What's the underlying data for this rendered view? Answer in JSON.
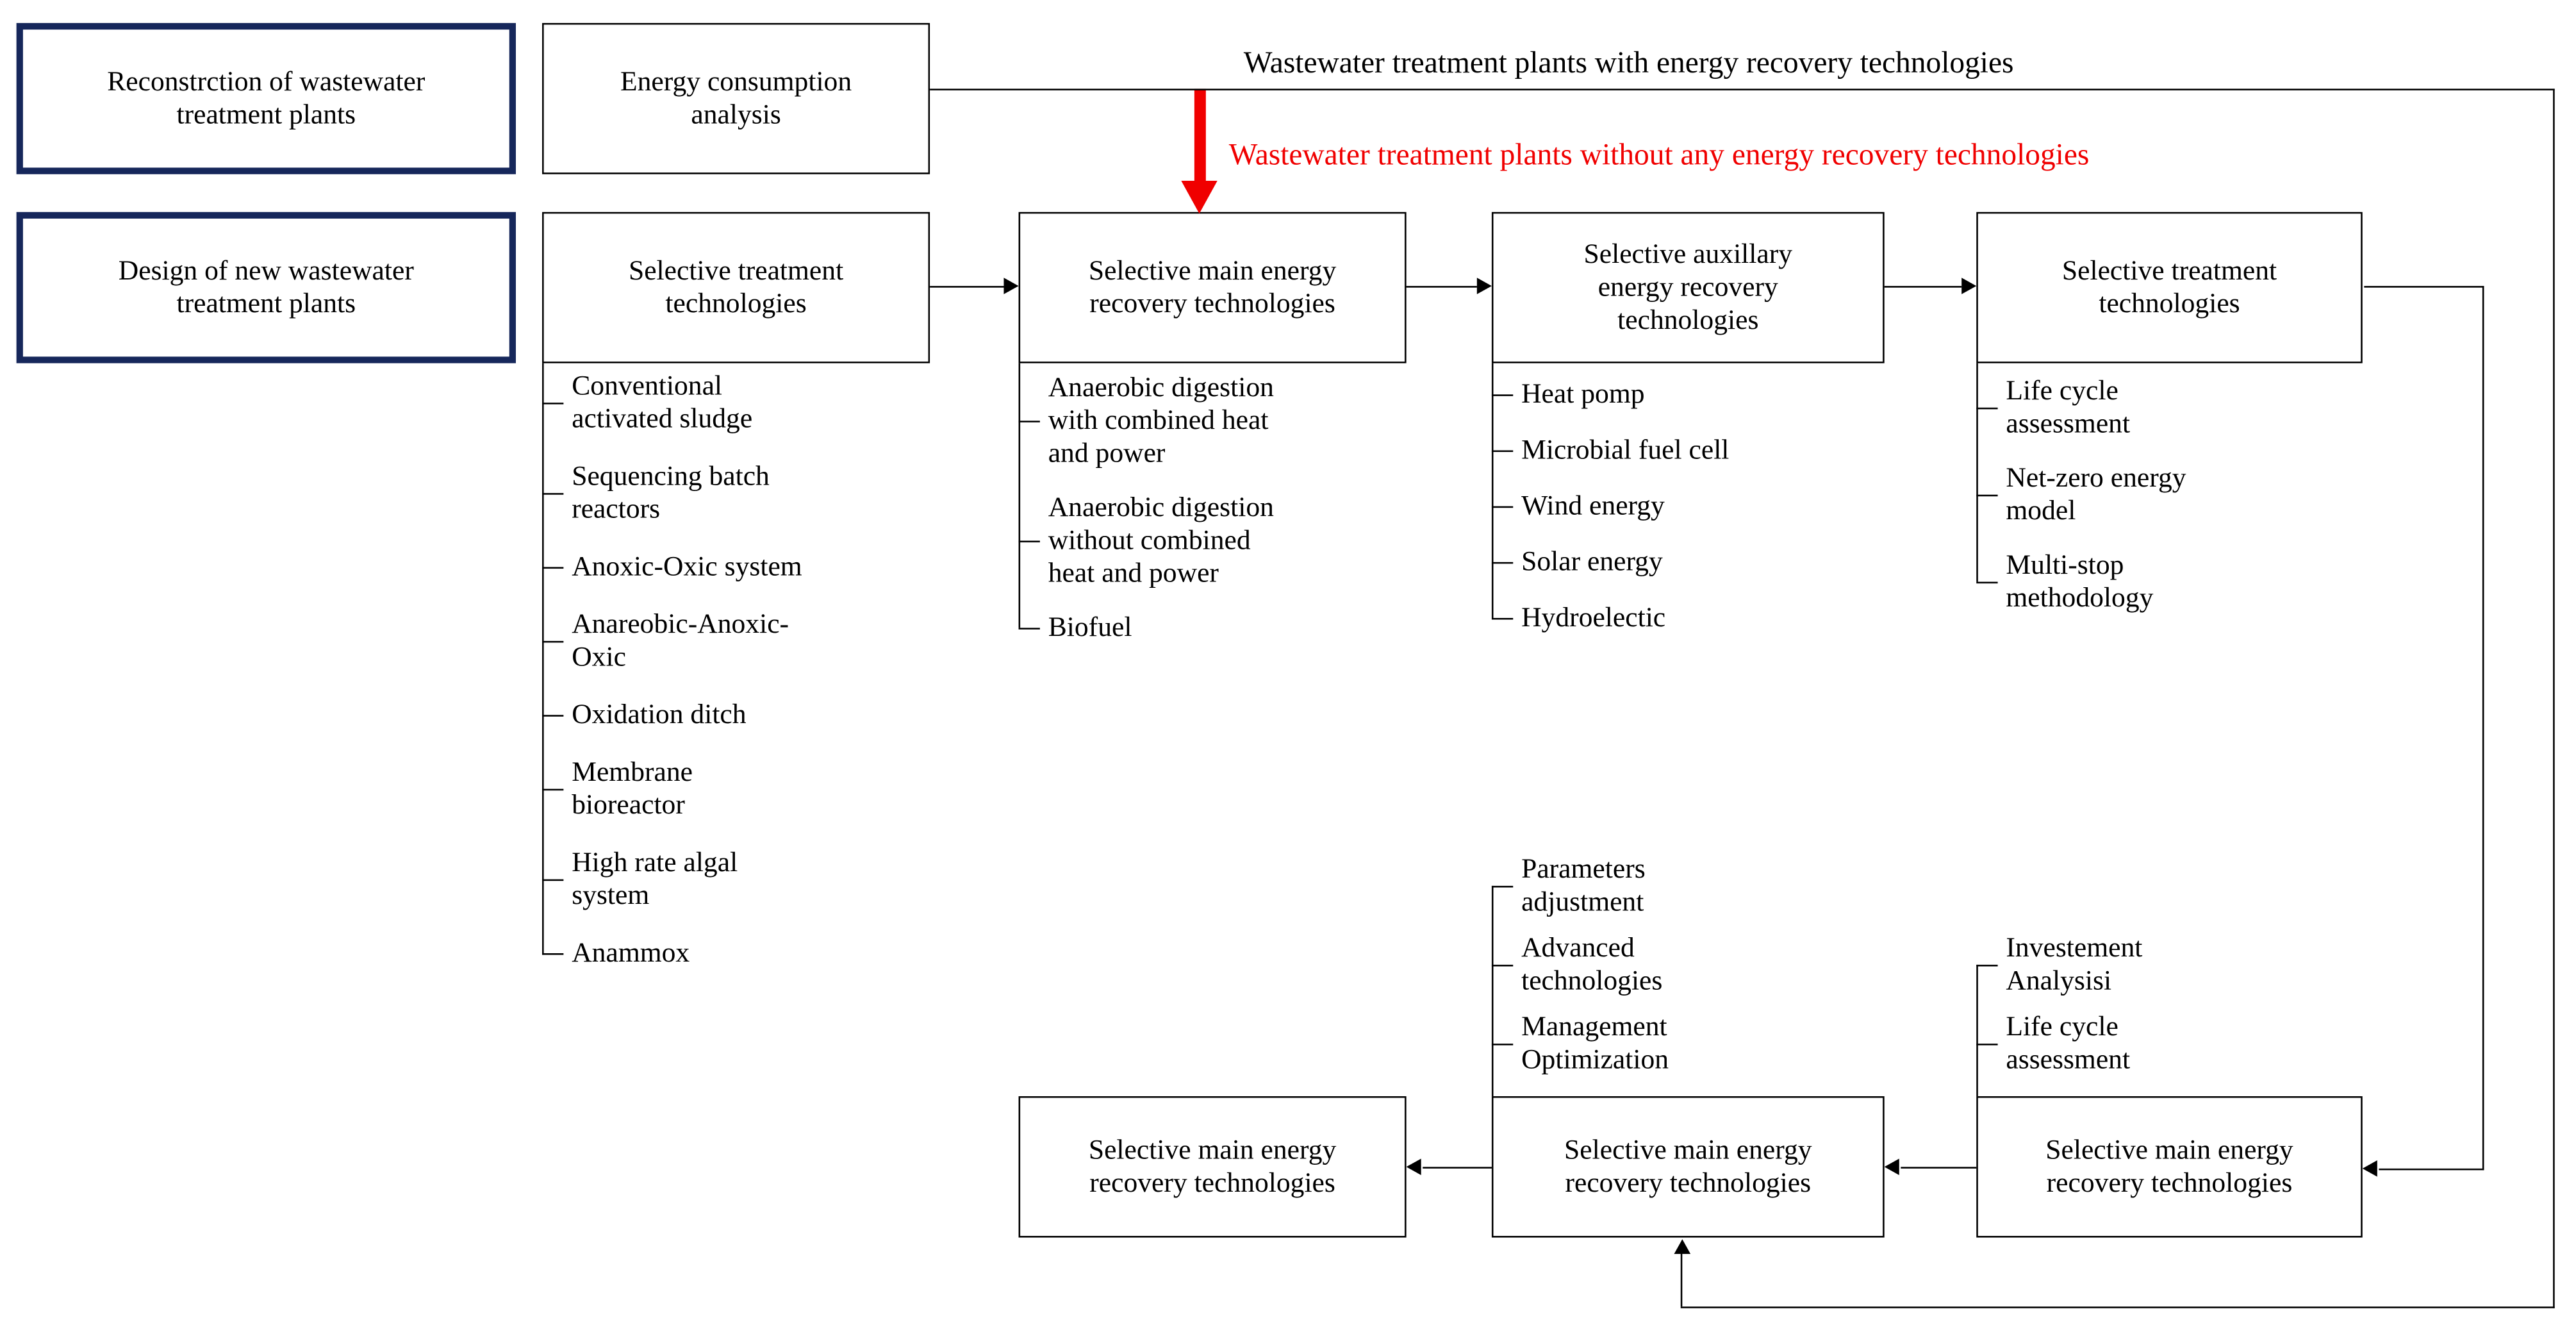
{
  "figure": {
    "colors": {
      "navy": "#16275B",
      "red": "#F00000",
      "line": "#000000",
      "background": "#FFFFFF"
    },
    "top_labels": {
      "with_recovery": "Wastewater treatment plants with energy recovery technologies",
      "without_recovery": "Wastewater treatment plants without any energy recovery technologies"
    },
    "boxes": {
      "reconstruction": "Reconstrction of wastewater\ntreatment plants",
      "energy_analysis": "Energy consumption\nanalysis",
      "design_new": "Design of new wastewater\ntreatment plants",
      "treatment_tech": "Selective treatment\ntechnologies",
      "main_energy": "Selective main energy\nrecovery technologies",
      "aux_energy": "Selective auxillary\nenergy recovery\ntechnologies",
      "treatment_tech_right": "Selective treatment\ntechnologies",
      "main_energy_bottom_left": "Selective main energy\nrecovery technologies",
      "main_energy_bottom_mid": "Selective main energy\nrecovery technologies",
      "main_energy_bottom_right": "Selective main energy\nrecovery technologies"
    },
    "lists": {
      "treatment_tech": [
        "Conventional\nactivated sludge",
        "Sequencing batch\nreactors",
        "Anoxic-Oxic system",
        "Anareobic-Anoxic-\nOxic",
        "Oxidation ditch",
        "Membrane\nbioreactor",
        "High rate algal\nsystem",
        "Anammox"
      ],
      "main_energy": [
        "Anaerobic digestion\nwith combined heat\nand power",
        "Anaerobic digestion\nwithout combined\nheat and power",
        "Biofuel"
      ],
      "aux_energy": [
        "Heat pomp",
        "Microbial fuel cell",
        "Wind energy",
        "Solar energy",
        "Hydroelectic"
      ],
      "treatment_tech_right": [
        "Life cycle\nassessment",
        "Net-zero energy\nmodel",
        "Multi-stop\nmethodology"
      ],
      "optimization": [
        "Parameters\nadjustment",
        "Advanced\ntechnologies",
        "Management\nOptimization"
      ],
      "assessment": [
        "Investement\nAnalysisi",
        "Life cycle\nassessment"
      ]
    }
  }
}
